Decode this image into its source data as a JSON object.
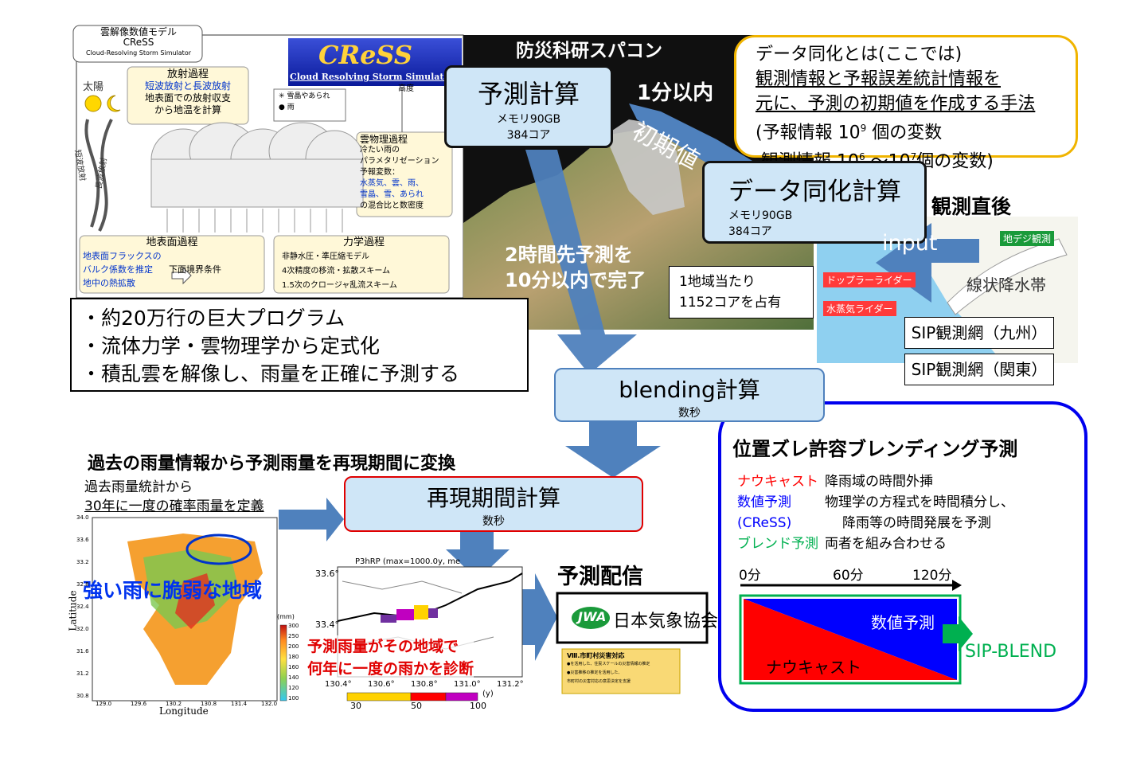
{
  "cress_panel": {
    "header_line1": "雲解像数値モデル",
    "header_line2": "CReSS",
    "header_line3": "Cloud-Resolving Storm Simulator",
    "logo_text": "CReSS",
    "logo_subtext": "Cloud Resolving Storm Simulator",
    "sun_label": "太陽",
    "radiation_title": "放射過程",
    "radiation_line1": "短波放射と長波放射",
    "radiation_line2": "地表面での放射収支",
    "radiation_line3": "から地温を計算",
    "shortwave": "短波放射",
    "longwave": "長波放射",
    "legend_snow": "雪晶やあられ",
    "legend_rain": "雨",
    "height_label": "高度",
    "cloud_title": "雲物理過程",
    "cloud_line1": "冷たい雨の",
    "cloud_line2": "パラメタリゼーション",
    "cloud_line3": "予報変数：",
    "cloud_line4": "水蒸気、雲、雨、",
    "cloud_line5": "雪晶、雪、あられ",
    "cloud_line6": "の混合比と数密度",
    "surface_title": "地表面過程",
    "surface_line1": "地表面フラックスの",
    "surface_line2": "バルク係数を推定",
    "surface_line3": "下面境界条件",
    "surface_line4": "地中の熱拡散",
    "dynamics_title": "力学過程",
    "dynamics_line1": "非静水圧・準圧縮モデル",
    "dynamics_line2": "4次精度の移流・拡散スキーム",
    "dynamics_line3": "1.5次のクロージャ乱流スキーム"
  },
  "features": [
    "・約20万行の巨大プログラム",
    "・流体力学・雲物理学から定式化",
    "・積乱雲を解像し、雨量を正確に予測する"
  ],
  "supercomputer": {
    "title": "防災科研スパコン",
    "forecast_title": "予測計算",
    "forecast_mem": "メモリ90GB",
    "forecast_cores": "384コア",
    "one_minute": "1分以内",
    "initial_value": "初期値",
    "two_hour": "2時間先予測を",
    "ten_min": "10分以内で完了",
    "per_region_1": "1地域当たり",
    "per_region_2": "1152コアを占有"
  },
  "assimilation": {
    "def_title": "データ同化とは(ここでは)",
    "def_line1": "観測情報と予報誤差統計情報を",
    "def_line2": "元に、予測の初期値を作成する手法",
    "def_line3": "(予報情報",
    "def_line3b": "個の変数",
    "def_line4": "観測情報",
    "def_line4b": "個の変数)",
    "calc_title": "データ同化計算",
    "calc_mem": "メモリ90GB",
    "calc_cores": "384コア"
  },
  "observation": {
    "title": "観測直後",
    "input_label": "input",
    "tv_label": "地デジ観測",
    "doppler_label": "ドップラーライダー",
    "vapor_label": "水蒸気ライダー",
    "band_label": "線状降水帯",
    "sip_kyushu": "SIP観測網（九州）",
    "sip_kanto": "SIP観測網（関東）"
  },
  "blending": {
    "title": "blending計算",
    "sub": "数秒"
  },
  "return_period": {
    "heading": "過去の雨量情報から予測雨量を再現期間に変換",
    "stats_line1": "過去雨量統計から",
    "stats_line2": "30年に一度の確率雨量を定義",
    "calc_title": "再現期間計算",
    "calc_sub": "数秒",
    "vulnerable": "強い雨に脆弱な地域",
    "map_xlabel": "Longitude",
    "map_ylabel": "Latitude",
    "map_unit": "(mm)",
    "map_yticks": [
      "34.0",
      "33.6",
      "33.2",
      "32.8",
      "32.4",
      "32.0",
      "31.6",
      "31.2",
      "30.8"
    ],
    "map_xticks": [
      "129.0",
      "129.6",
      "130.2",
      "130.8",
      "131.4",
      "132.0"
    ],
    "cbar_ticks": [
      "300",
      "250",
      "200",
      "180",
      "160",
      "140",
      "120",
      "100"
    ],
    "p3_title": "P3hRP (max=1000.0y, me",
    "p3_yticks": [
      "33.6°",
      "33.4°"
    ],
    "p3_xticks": [
      "130.4°",
      "130.6°",
      "130.8°",
      "131.0°",
      "131.2°"
    ],
    "p3_cbar": [
      "30",
      "50",
      "100"
    ],
    "p3_unit": "(y)",
    "diagnose_1": "予測雨量がその地域で",
    "diagnose_2": "何年に一度の雨かを診断"
  },
  "delivery": {
    "title": "予測配信",
    "jwa": "日本気象協会",
    "jwa_logo": "JWA",
    "card_title": "Ⅷ.市町村災害対応",
    "card_line1": "●を活用した、住民スケールの災害情報の推定",
    "card_line2": "●災害推移の推定を活用した、",
    "card_line3": "市町村の災害対応の意思決定を支援"
  },
  "sip_blend": {
    "title": "位置ズレ許容ブレンディング予測",
    "nowcast_label": "ナウキャスト",
    "nowcast_desc": "降雨域の時間外挿",
    "nwp_label": "数値予測",
    "nwp_desc1": "物理学の方程式を時間積分し、",
    "nwp_paren": "(CReSS)",
    "nwp_desc2": "降雨等の時間発展を予測",
    "blend_label": "ブレンド予測",
    "blend_desc": "両者を組み合わせる",
    "t0": "0分",
    "t60": "60分",
    "t120": "120分",
    "nwp_tri": "数値予測",
    "nowcast_tri": "ナウキャスト",
    "output": "SIP-BLEND"
  },
  "colors": {
    "arrow_blue": "#4f81bd",
    "box_blue": "#cfe6f7",
    "red": "#ff0000",
    "green": "#00b050",
    "blend_border": "#0000ee",
    "def_border": "#f0b400"
  }
}
